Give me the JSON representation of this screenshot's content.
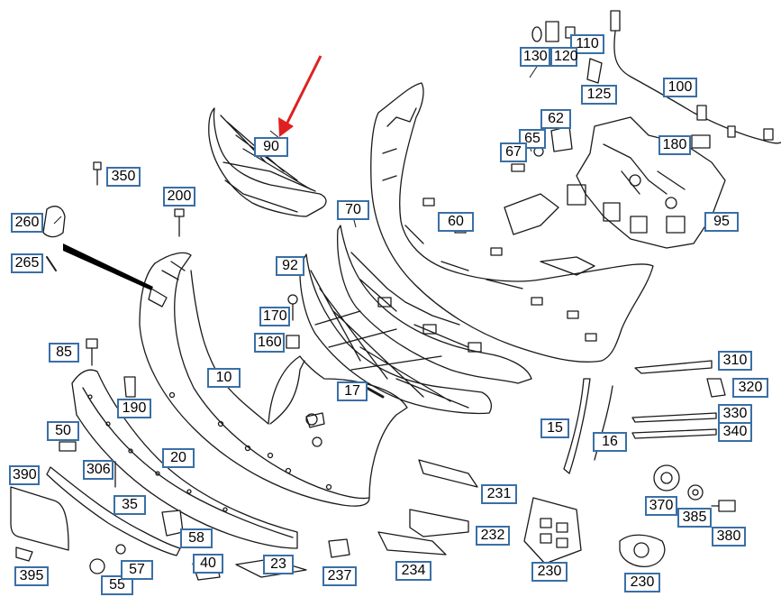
{
  "diagram": {
    "accent_color": "#e02020",
    "callout_border_color": "#3a6fa6",
    "line_color": "#1a1a1a",
    "callouts": {
      "c10": "10",
      "c15": "15",
      "c16": "16",
      "c17": "17",
      "c20": "20",
      "c23": "23",
      "c35": "35",
      "c40": "40",
      "c50": "50",
      "c55": "55",
      "c57": "57",
      "c58": "58",
      "c60": "60",
      "c62": "62",
      "c65": "65",
      "c67": "67",
      "c70": "70",
      "c85": "85",
      "c90": "90",
      "c92": "92",
      "c95": "95",
      "c100": "100",
      "c110": "110",
      "c120": "120",
      "c125": "125",
      "c130": "130",
      "c160": "160",
      "c170": "170",
      "c180": "180",
      "c190": "190",
      "c200": "200",
      "c230a": "230",
      "c230b": "230",
      "c231": "231",
      "c232": "232",
      "c234": "234",
      "c237": "237",
      "c260": "260",
      "c265": "265",
      "c306": "306",
      "c310": "310",
      "c320": "320",
      "c330": "330",
      "c340": "340",
      "c350": "350",
      "c370": "370",
      "c380": "380",
      "c385": "385",
      "c390": "390",
      "c395": "395"
    }
  }
}
